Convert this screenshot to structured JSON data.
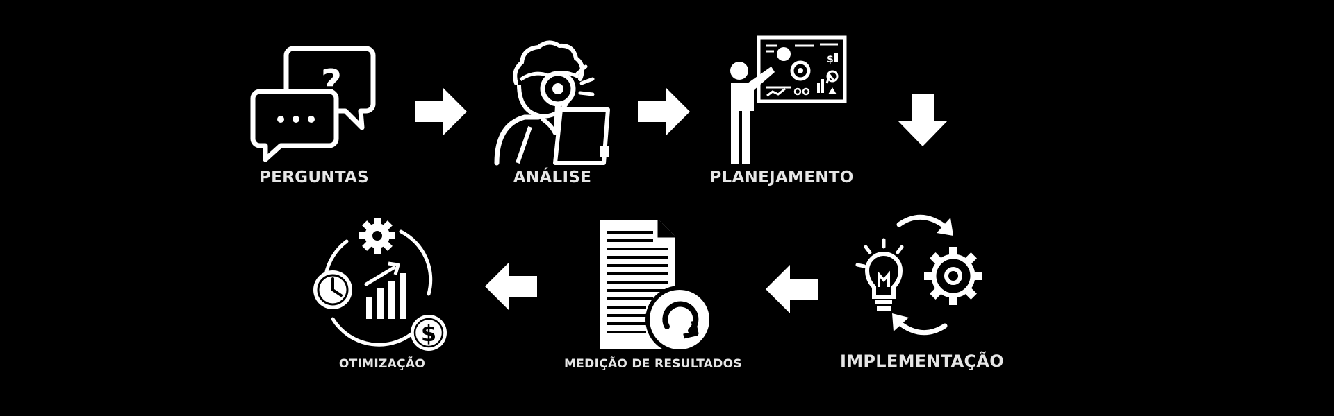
{
  "colors": {
    "background": "#000000",
    "foreground": "#ffffff",
    "label": "#e6e6e6"
  },
  "steps": [
    {
      "id": "perguntas",
      "label": "PERGUNTAS",
      "icon": "chat-bubbles-question-icon"
    },
    {
      "id": "analise",
      "label": "ANÁLISE",
      "icon": "person-magnifier-icon"
    },
    {
      "id": "planejamento",
      "label": "PLANEJAMENTO",
      "icon": "presenter-board-icon"
    },
    {
      "id": "implementacao",
      "label": "IMPLEMENTAÇÃO",
      "icon": "lightbulb-gear-cycle-icon"
    },
    {
      "id": "medicao",
      "label": "MEDIÇÃO DE RESULTADOS",
      "icon": "document-refresh-icon"
    },
    {
      "id": "otimizacao",
      "label": "OTIMIZAÇÃO",
      "icon": "clock-chart-dollar-cycle-icon"
    }
  ],
  "arrows": [
    "right",
    "right",
    "down",
    "left",
    "left"
  ]
}
